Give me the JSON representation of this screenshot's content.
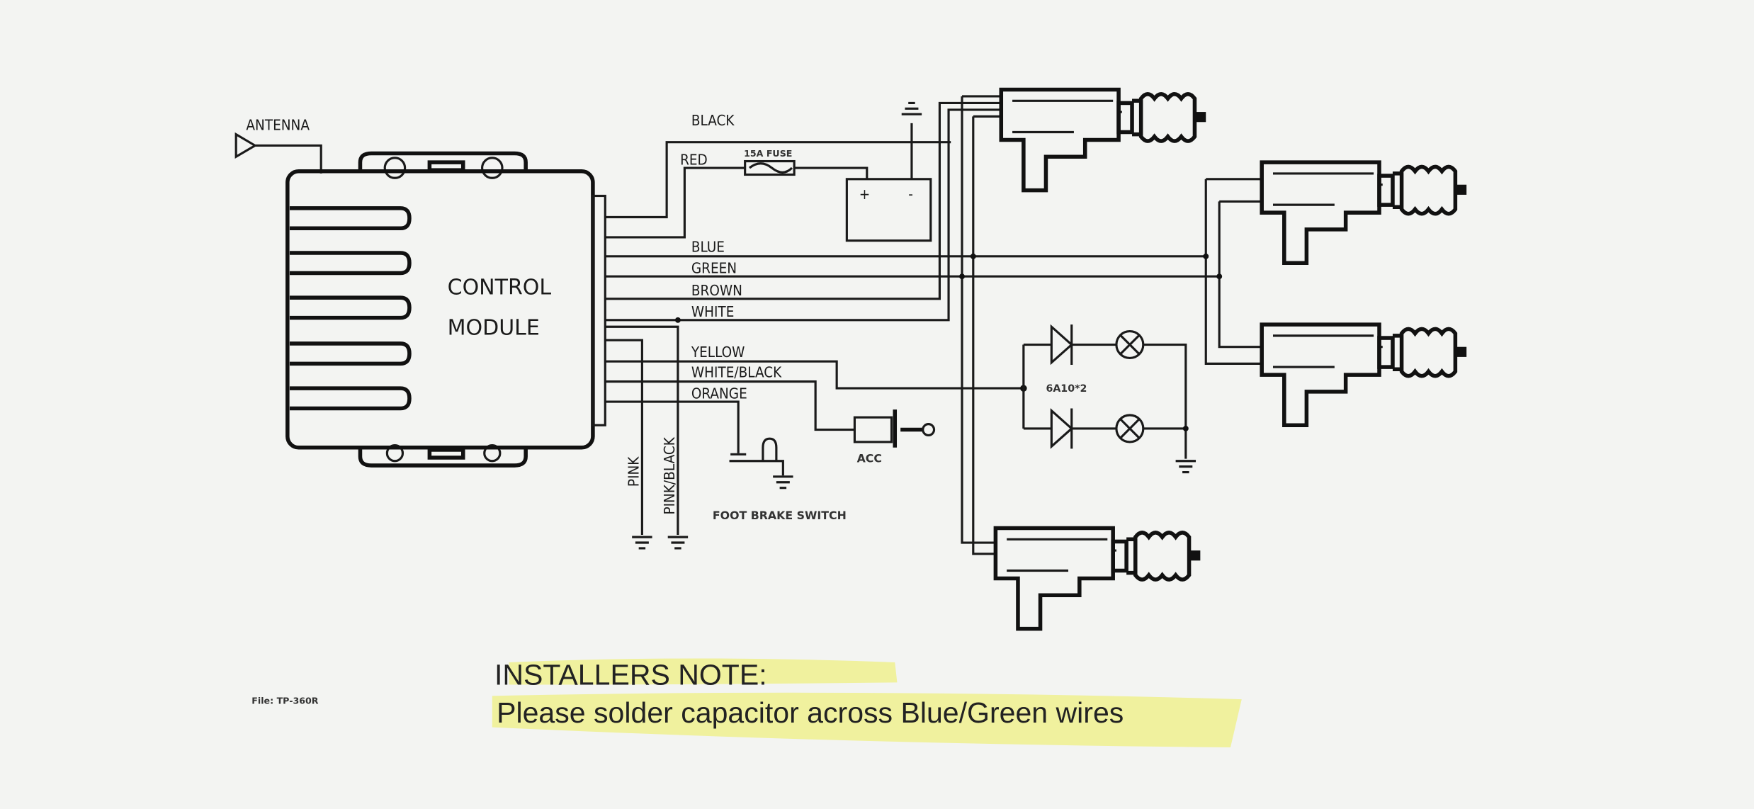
{
  "module": {
    "title_line1": "CONTROL",
    "title_line2": "MODULE"
  },
  "antenna_label": "ANTENNA",
  "wires": {
    "black": "BLACK",
    "red": "RED",
    "fuse": "15A FUSE",
    "blue": "BLUE",
    "green": "GREEN",
    "brown": "BROWN",
    "white": "WHITE",
    "yellow": "YELLOW",
    "white_black": "WHITE/BLACK",
    "orange": "ORANGE",
    "pink": "PINK",
    "pink_black": "PINK/BLACK"
  },
  "battery": {
    "plus": "+",
    "minus": "-"
  },
  "acc_label": "ACC",
  "foot_brake_label": "FOOT BRAKE SWITCH",
  "lamp_spec": "6A10*2",
  "file_label": "File: TP-360R",
  "note": {
    "heading": "INSTALLERS NOTE:",
    "body": "Please solder capacitor across Blue/Green wires",
    "highlight_color": "#eef07a"
  }
}
